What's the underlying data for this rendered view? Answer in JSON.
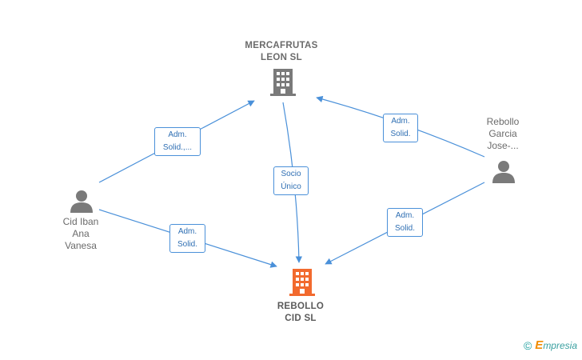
{
  "colors": {
    "edge": "#4a90d9",
    "node_gray": "#7a7a7a",
    "node_main": "#f26a2e",
    "label_text": "#2f6fb3"
  },
  "nodes": {
    "mercafrutas": {
      "label": "MERCAFRUTAS\nLEON  SL",
      "icon": "building-icon"
    },
    "rebollo_cid": {
      "label": "REBOLLO\nCID  SL",
      "icon": "building-icon"
    },
    "cid_iban": {
      "label": "Cid Iban\nAna\nVanesa",
      "icon": "person-icon"
    },
    "rebollo_garcia": {
      "label": "Rebollo\nGarcia\nJose-...",
      "icon": "person-icon"
    }
  },
  "edges": {
    "cid_to_mercafrutas": {
      "label": "Adm.\nSolid.,..."
    },
    "cid_to_rebollo_cid": {
      "label": "Adm.\nSolid."
    },
    "mercafrutas_to_rebollo_cid": {
      "label": "Socio\nÚnico"
    },
    "garcia_to_mercafrutas": {
      "label": "Adm.\nSolid."
    },
    "garcia_to_rebollo_cid": {
      "label": "Adm.\nSolid."
    }
  },
  "footer": {
    "copyright": "©",
    "brand_e": "E",
    "brand_rest": "mpresia"
  }
}
